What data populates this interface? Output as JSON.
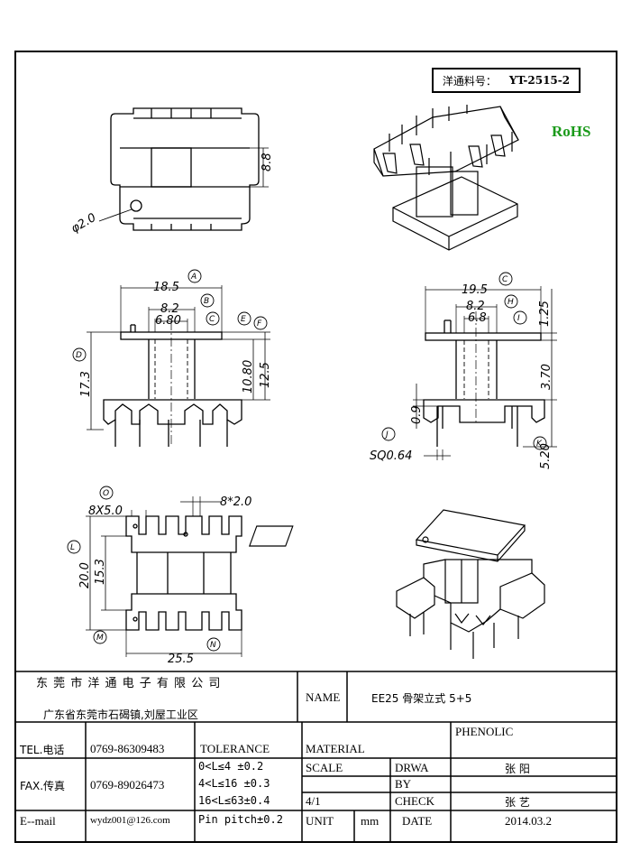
{
  "part_number": {
    "label": "洋通料号：",
    "value": "YT-2515-2"
  },
  "rohs": "RoHS",
  "dimensions": {
    "top_view": {
      "height": "8.8",
      "hole_dia": "φ2.0"
    },
    "front": {
      "A": "18.5",
      "B": "8.2",
      "C": "6.80",
      "D": "17.3",
      "E": "10.80",
      "F": "12.5"
    },
    "side": {
      "G": "19.5",
      "H": "8.2",
      "I": "6.8",
      "J": "1.25",
      "K": "3.70",
      "L": "0.9",
      "M": "5.20",
      "pin": "SQ0.64"
    },
    "bottom": {
      "slot": "8X5.0",
      "pitch": "8*2.0",
      "height": "20.0",
      "inner": "15.3",
      "width": "25.5"
    }
  },
  "callouts": {
    "A": "A",
    "B": "B",
    "C": "C",
    "E": "E",
    "F": "F",
    "D": "D",
    "G": "C",
    "H": "H",
    "I": "I",
    "J": "J",
    "K": "K",
    "L": "J",
    "O": "O",
    "P": "L",
    "Q": "M",
    "N": "N"
  },
  "title_block": {
    "company": "东 莞 市 洋 通 电 子 有 限 公 司",
    "address": "广东省东莞市石碣镇,刘屋工业区",
    "name_label": "NAME",
    "name_value": "EE25 骨架立式 5+5",
    "tel_label": "TEL.电话",
    "tel_value": "0769-86309483",
    "fax_label": "FAX.传真",
    "fax_value": "0769-89026473",
    "email_label": "E--mail",
    "email_value": "wydz001@126.com",
    "tolerance_label": "TOLERANCE",
    "tol_1": "0<L≤4  ±0.2",
    "tol_2": "4<L≤16 ±0.3",
    "tol_3": "16<L≤63±0.4",
    "tol_4": "Pin pitch±0.2",
    "material_label": "MATERIAL",
    "material_value": "PHENOLIC",
    "scale_label": "SCALE",
    "scale_value": "4/1",
    "drawn_label": "DRWA",
    "drawn_label2": "BY",
    "drawn_value": "张 阳",
    "check_label": "CHECK",
    "check_value": "张 艺",
    "unit_label": "UNIT",
    "unit_value": "mm",
    "date_label": "DATE",
    "date_value": "2014.03.2"
  }
}
